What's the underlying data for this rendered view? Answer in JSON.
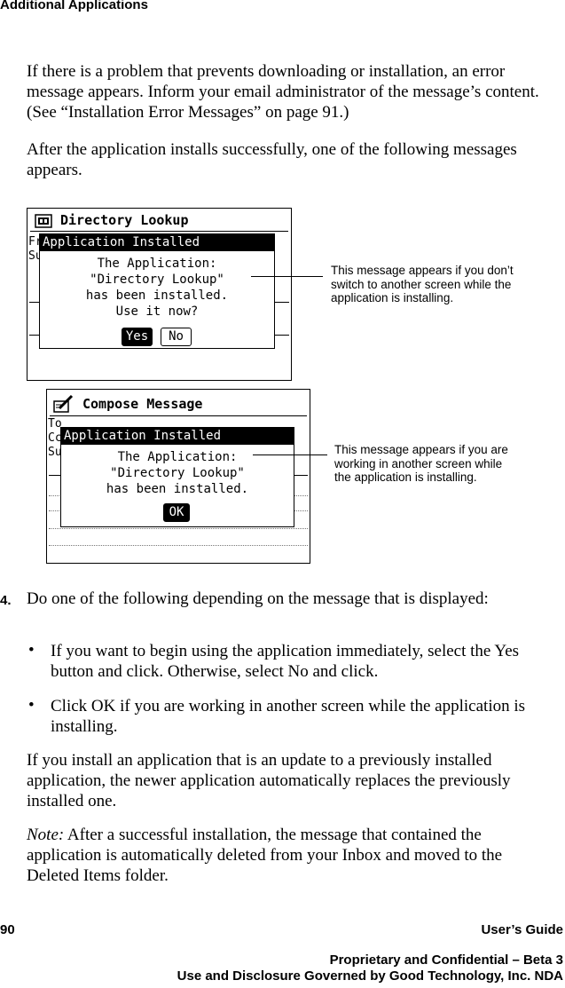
{
  "header": {
    "section": "Additional Applications"
  },
  "paragraphs": {
    "p1": "If there is a problem that prevents downloading or installation, an error message appears. Inform your email administrator of the message’s content. (See “Installation Error Messages” on page 91.)",
    "p2": "After the application installs successfully, one of the following messages appears."
  },
  "figure": {
    "screen1": {
      "title": "Directory Lookup",
      "side_labels": [
        "Fr",
        "Su"
      ],
      "dialog_title": "Application Installed",
      "dialog_message": [
        "The Application:",
        "\"Directory Lookup\"",
        "has been installed.",
        "Use it now?"
      ],
      "yes_label": "Yes",
      "no_label": "No"
    },
    "screen2": {
      "title": "Compose Message",
      "side_labels": [
        "To",
        "Cc",
        "Su"
      ],
      "dialog_title": "Application Installed",
      "dialog_message": [
        "The Application:",
        "\"Directory Lookup\"",
        "has been installed."
      ],
      "ok_label": "OK"
    },
    "caption1": [
      "This message appears if you don’t",
      "switch to another screen while the",
      "application is installing."
    ],
    "caption2": [
      "This message appears if you are",
      "working in another screen while",
      "the application is installing."
    ]
  },
  "step4": {
    "number": "4.",
    "text": "Do one of the following depending on the message that is displayed:",
    "bullet_symbol": "•",
    "bullets": [
      "If you want to begin using the application immediately, select the Yes button and click. Otherwise, select No and click.",
      "Click OK if you are working in another screen while the application is installing."
    ]
  },
  "paragraph_update": "If you install an application that is an update to a previously installed application, the newer application automatically replaces the previously installed one.",
  "note": {
    "label": "Note:",
    "text": " After a successful installation, the message that contained the application is automatically deleted from your Inbox and moved to the Deleted Items folder."
  },
  "footer": {
    "page_number": "90",
    "guide_title": "User’s Guide",
    "confidential": "Proprietary and Confidential – Beta 3",
    "disclosure": "Use and Disclosure Governed by Good Technology, Inc. NDA"
  }
}
